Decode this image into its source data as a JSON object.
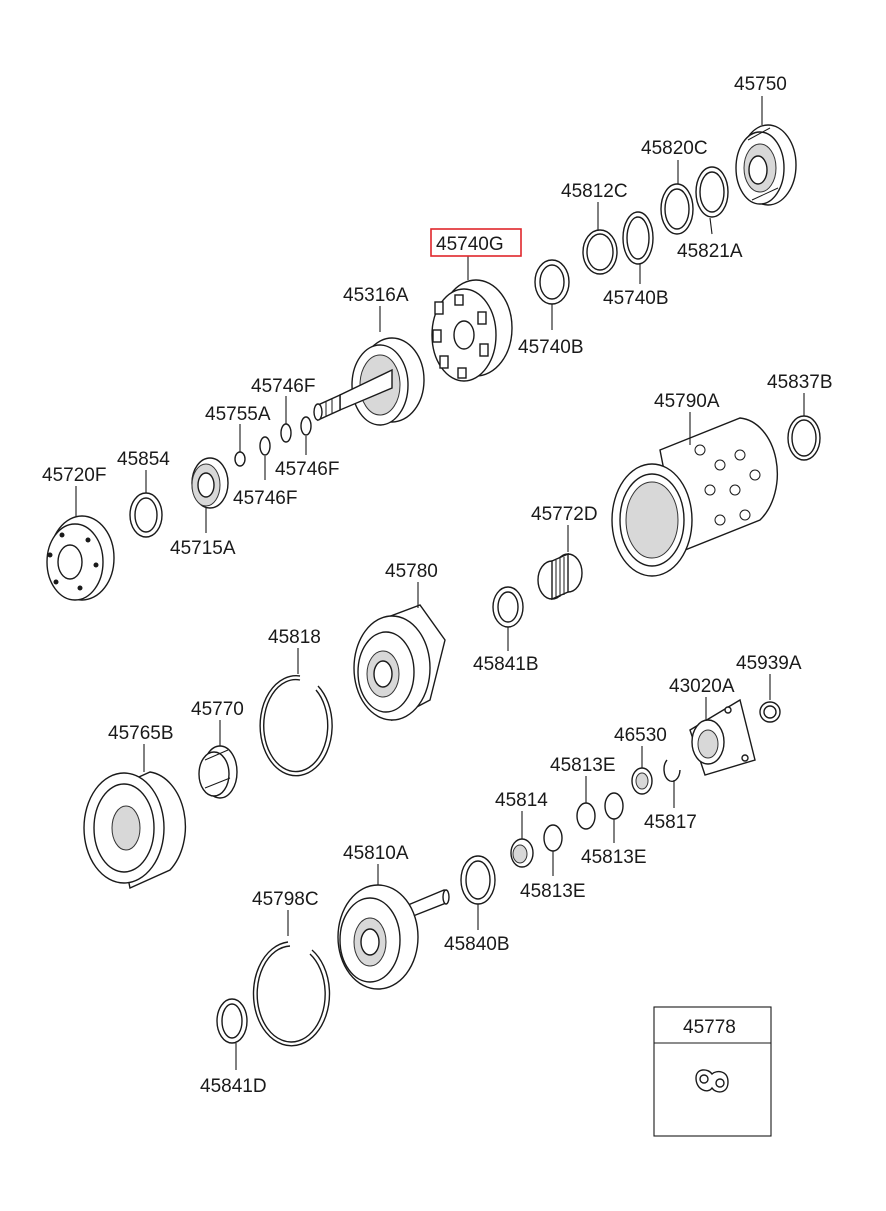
{
  "highlight_color": "#e0262b",
  "labels": {
    "p45750": "45750",
    "p45820c": "45820C",
    "p45812c": "45812C",
    "p45821a": "45821A",
    "p45740g": "45740G",
    "p45740b_1": "45740B",
    "p45740b_2": "45740B",
    "p45316a": "45316A",
    "p45746f_1": "45746F",
    "p45755a": "45755A",
    "p45746f_2": "45746F",
    "p45746f_3": "45746F",
    "p45854": "45854",
    "p45720f": "45720F",
    "p45715a": "45715A",
    "p45790a": "45790A",
    "p45837b": "45837B",
    "p45772d": "45772D",
    "p45780": "45780",
    "p45841b": "45841B",
    "p45818": "45818",
    "p45770": "45770",
    "p45765b": "45765B",
    "p45939a": "45939A",
    "p43020a": "43020A",
    "p46530": "46530",
    "p45813e_1": "45813E",
    "p45814": "45814",
    "p45817": "45817",
    "p45813e_2": "45813E",
    "p45813e_3": "45813E",
    "p45810a": "45810A",
    "p45798c": "45798C",
    "p45840b": "45840B",
    "p45841d": "45841D",
    "p45778": "45778"
  }
}
